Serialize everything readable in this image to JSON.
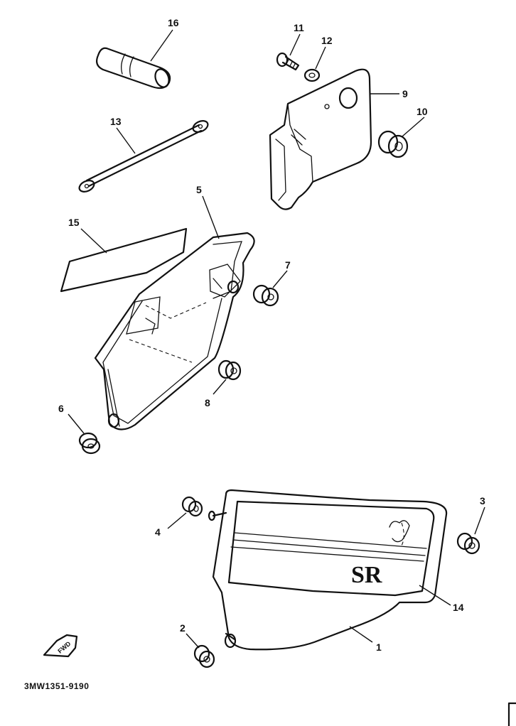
{
  "labels": {
    "p1": "1",
    "p2": "2",
    "p3": "3",
    "p4": "4",
    "p5": "5",
    "p6": "6",
    "p7": "7",
    "p8": "8",
    "p9": "9",
    "p10": "10",
    "p11": "11",
    "p12": "12",
    "p13": "13",
    "p14": "14",
    "p15": "15",
    "p16": "16"
  },
  "cover_emblem": "SR",
  "fwd_mark": "FWD",
  "diagram_code": "3MW1351-9190"
}
